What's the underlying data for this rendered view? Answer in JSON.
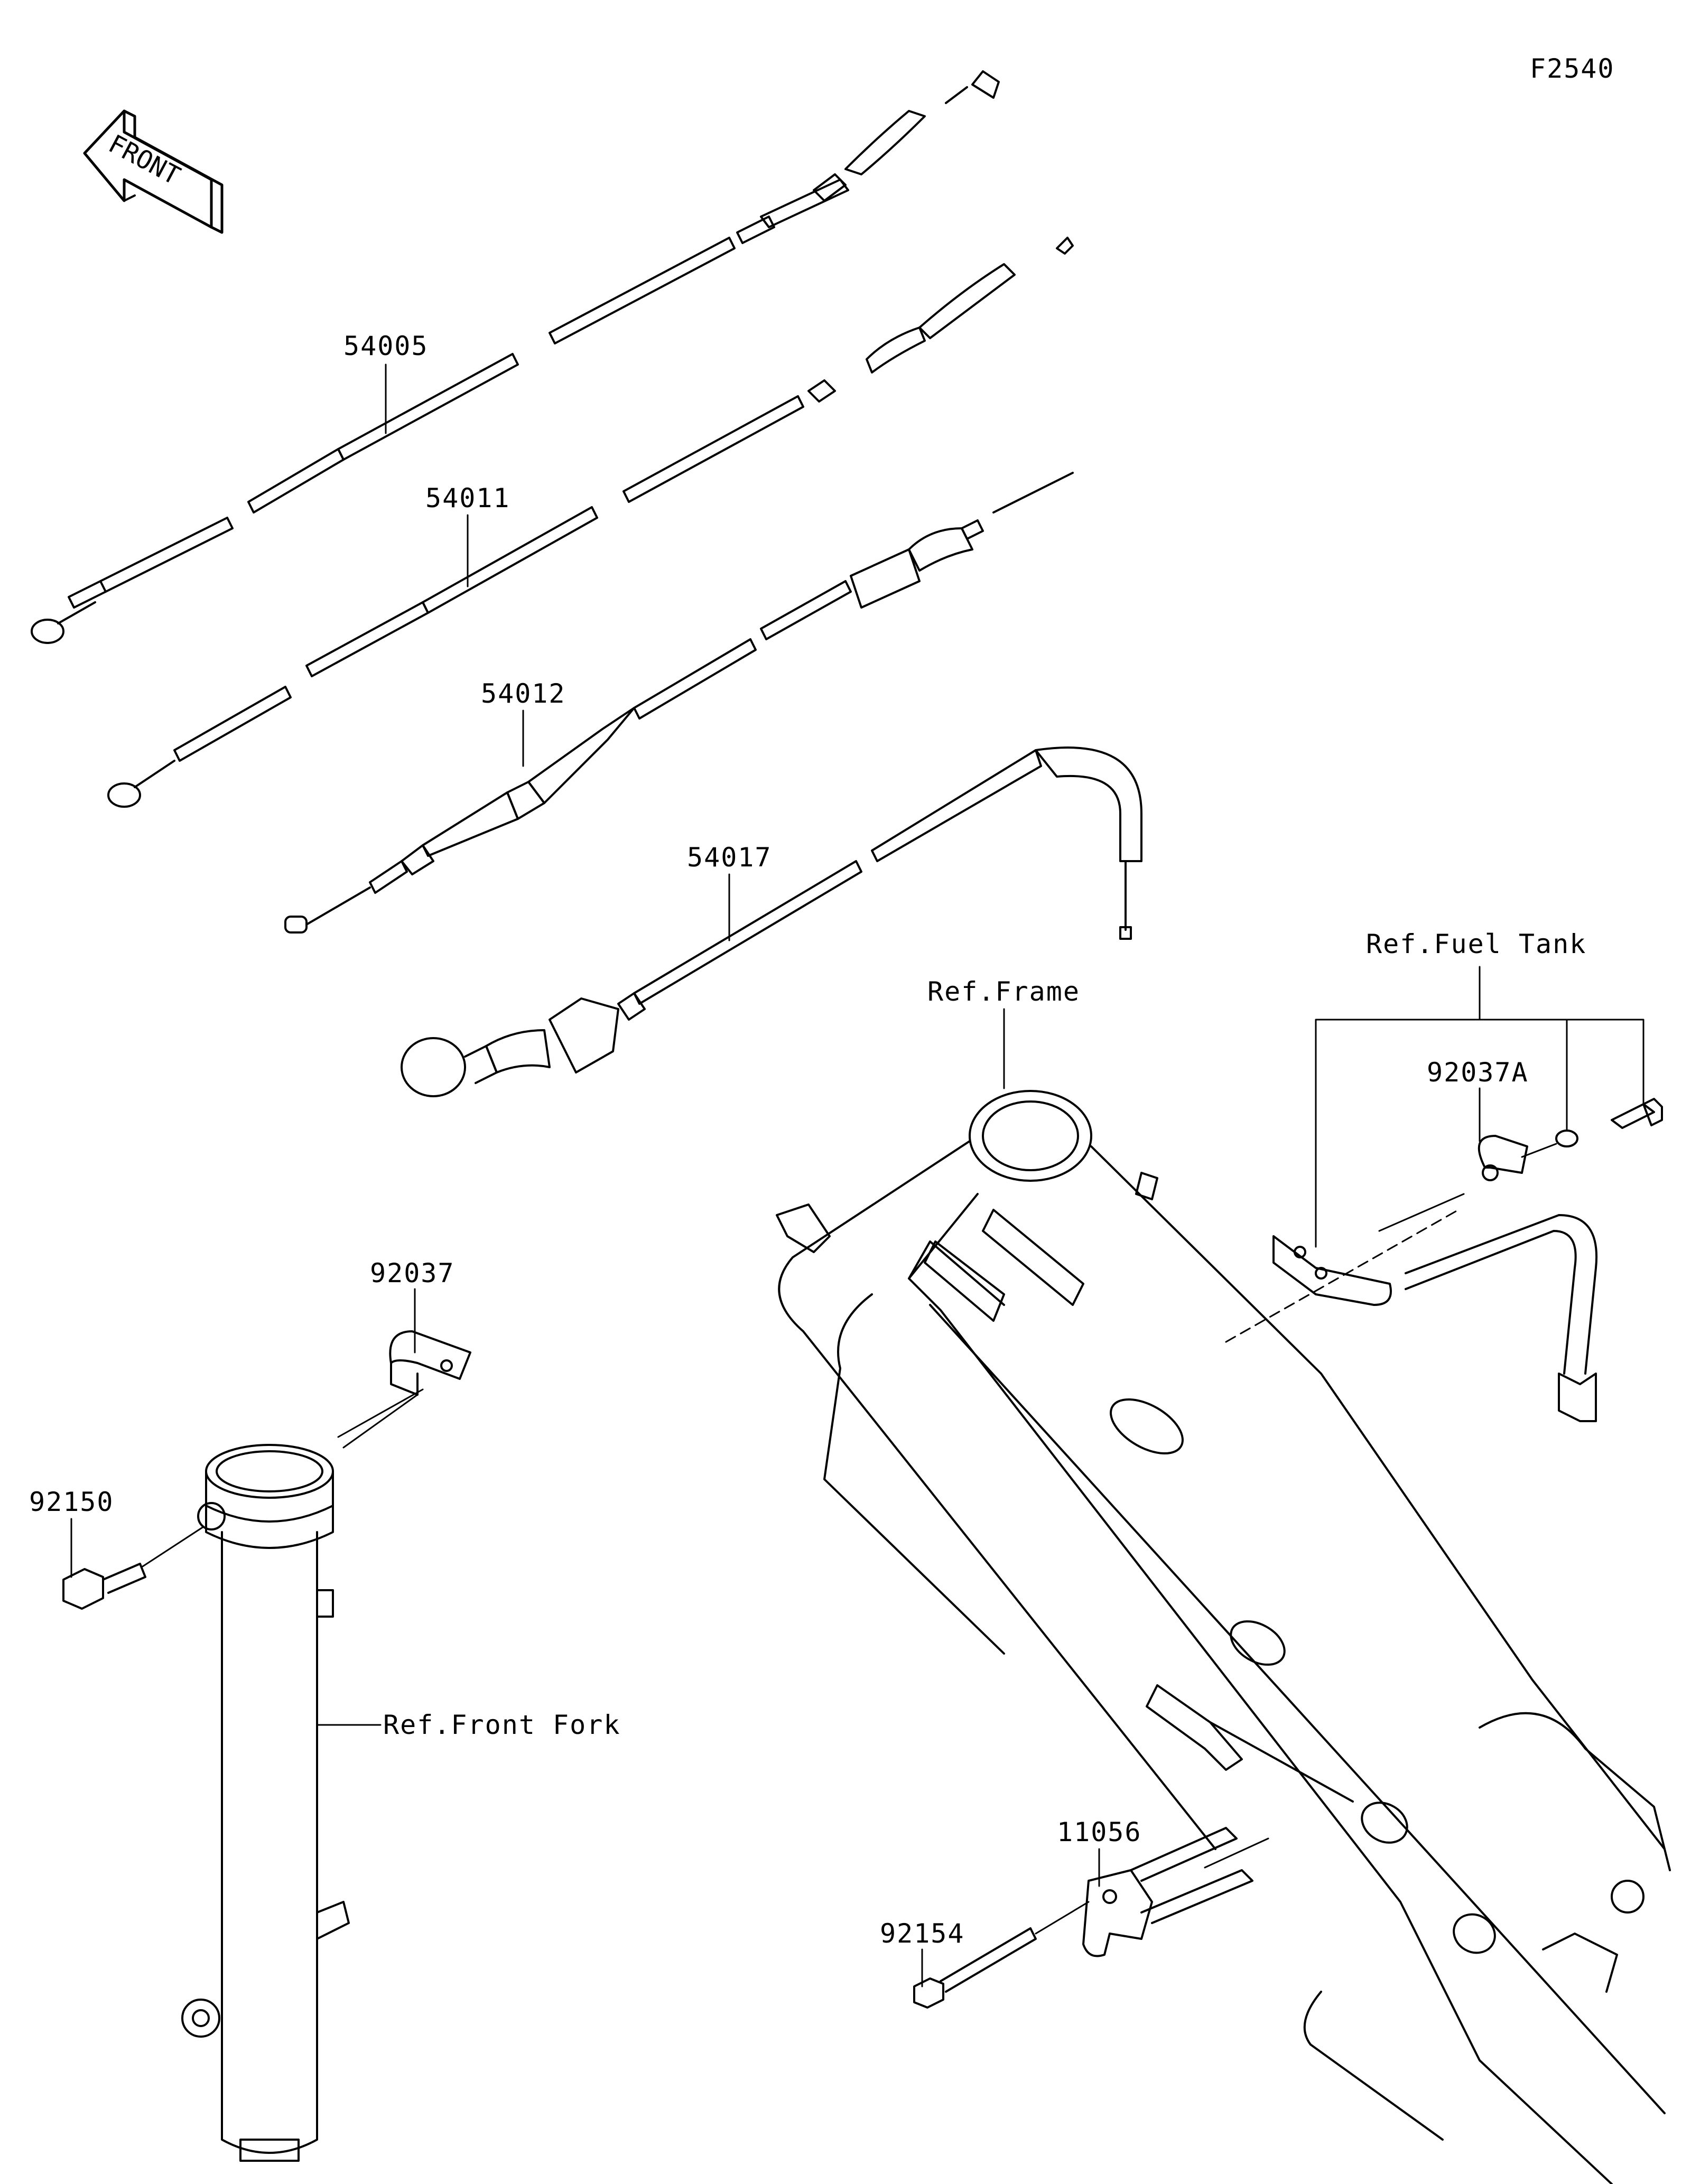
{
  "figure_id": "F2540",
  "front_arrow_text": "FRONT",
  "callouts": {
    "p54005": "54005",
    "p54011": "54011",
    "p54012": "54012",
    "p54017": "54017",
    "p92037": "92037",
    "p92150": "92150",
    "p92037a": "92037A",
    "p11056": "11056",
    "p92154": "92154"
  },
  "references": {
    "frame": "Ref.Frame",
    "fuel_tank": "Ref.Fuel Tank",
    "front_fork": "Ref.Front Fork"
  },
  "colors": {
    "line": "#000000",
    "background": "#ffffff"
  }
}
